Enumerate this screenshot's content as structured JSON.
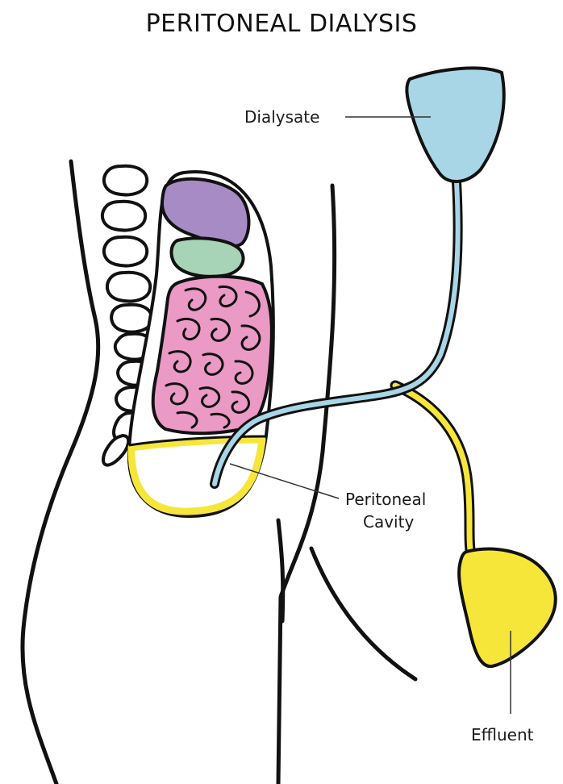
{
  "title": "PERITONEAL DIALYSIS",
  "labels": {
    "dialysate": "Dialysate",
    "peritoneal_cavity_line1": "Peritoneal",
    "peritoneal_cavity_line2": "Cavity",
    "effluent": "Effluent"
  },
  "colors": {
    "dialysate": "#a8d6e6",
    "effluent": "#f7e63a",
    "liver": "#a78bc4",
    "stomach": "#a7d3b6",
    "intestines": "#ea9ac4",
    "outline": "#111111"
  }
}
